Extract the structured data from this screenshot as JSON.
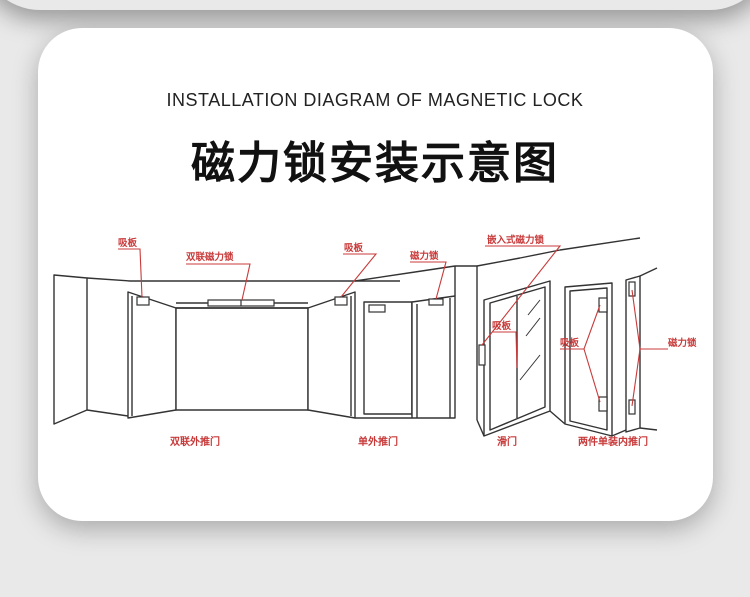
{
  "title_en": "INSTALLATION DIAGRAM OF MAGNETIC LOCK",
  "title_cn": "磁力锁安装示意图",
  "labels": {
    "plate_1": "吸板",
    "double_lock": "双联磁力锁",
    "plate_2": "吸板",
    "lock_1": "磁力锁",
    "embedded_lock": "嵌入式磁力锁",
    "plate_3": "吸板",
    "plate_4": "吸板",
    "lock_2": "磁力锁"
  },
  "captions": {
    "double_outward": "双联外推门",
    "single_outward": "单外推门",
    "sliding": "滑门",
    "two_piece_inward": "两件单装内推门"
  },
  "colors": {
    "accent": "#c83a3a",
    "line": "#333333",
    "card": "#ffffff",
    "background": "#e9e9e9"
  }
}
